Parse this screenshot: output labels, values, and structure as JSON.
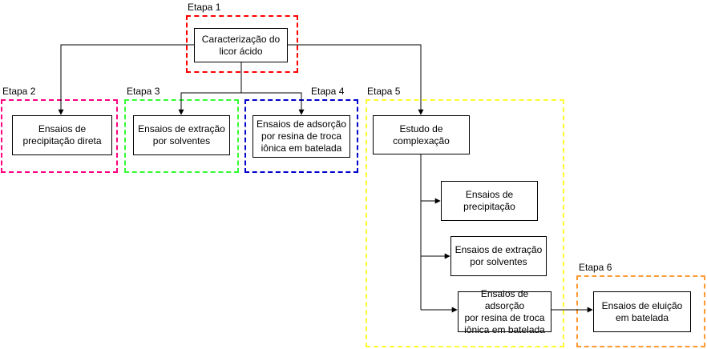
{
  "stages": [
    {
      "id": "s1",
      "label": "Etapa 1",
      "color": "#ff0000"
    },
    {
      "id": "s2",
      "label": "Etapa 2",
      "color": "#ff0080"
    },
    {
      "id": "s3",
      "label": "Etapa 3",
      "color": "#33ff33"
    },
    {
      "id": "s4",
      "label": "Etapa 4",
      "color": "#0000cc"
    },
    {
      "id": "s5",
      "label": "Etapa 5",
      "color": "#ffff33"
    },
    {
      "id": "s6",
      "label": "Etapa 6",
      "color": "#ff9933"
    }
  ],
  "nodes": {
    "caracterizacao": "Caracterização do\nlicor ácido",
    "precipitacao_direta": "Ensaios de\nprecipitação direta",
    "extracao_solventes": "Ensaios de extração\npor solventes",
    "adsorcao_resina": "Ensaios de adsorção\npor resina de troca\niônica em batelada",
    "complexacao": "Estudo de\ncomplexação",
    "precipitacao": "Ensaios de\nprecipitação",
    "extracao_solventes_2": "Ensaios de extração\npor solventes",
    "adsorcao_resina_2": "Ensaios de adsorção\npor resina de troca\niônica em batelada",
    "eluicao": "Ensaios de eluição\nem batelada"
  }
}
